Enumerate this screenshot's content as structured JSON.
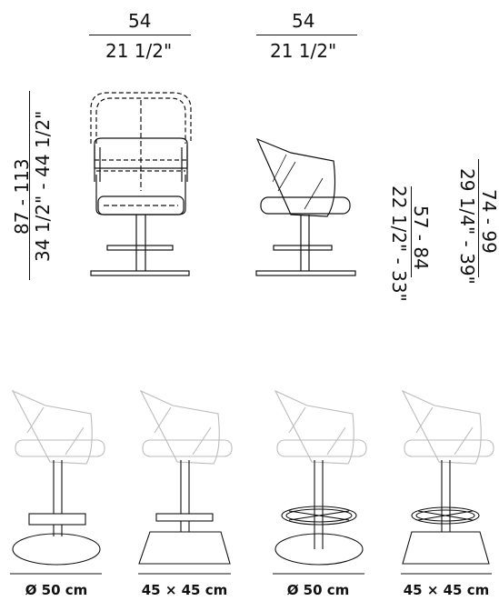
{
  "top_dimensions": {
    "front_width_cm": "54",
    "front_width_in": "21 1/2\"",
    "side_width_cm": "54",
    "side_width_in": "21 1/2\""
  },
  "height_dimensions": {
    "total_height_cm": "87 - 113",
    "total_height_in": "34 1/2\" - 44 1/2\"",
    "seat_height_cm": "57 - 84",
    "seat_height_in": "22 1/2\" - 33\"",
    "back_height_cm": "74 - 99",
    "back_height_in": "29 1/4\" - 39\""
  },
  "base_variants": [
    {
      "label": "Ø 50 cm"
    },
    {
      "label": "45 × 45 cm"
    },
    {
      "label": "Ø 50 cm"
    },
    {
      "label": "45 × 45 cm"
    }
  ]
}
